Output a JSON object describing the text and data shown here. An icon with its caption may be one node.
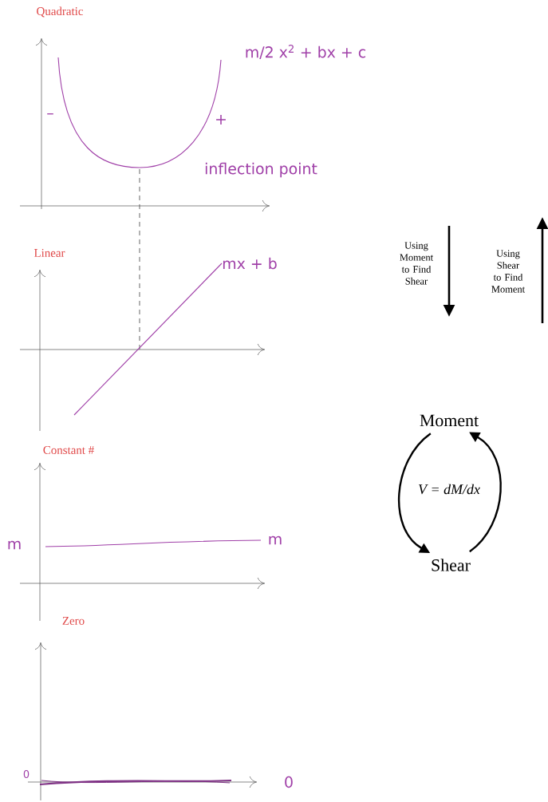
{
  "diagram": {
    "nodes": [
      {
        "text": [
          "Moment"
        ]
      },
      {
        "text": [
          "Shear"
        ]
      }
    ],
    "edges": [
      {
        "from": 0,
        "to": 1,
        "arrow": "to"
      },
      {
        "from": 1,
        "to": 0,
        "arrow": "to"
      }
    ],
    "labels": [
      "Quadratic",
      "m/2 x$^{2}$ + bx + c",
      "–",
      "+",
      "inflection point",
      "Using Moment to Find Shear",
      "Using Shear to Find Moment",
      "Linear",
      "mx + b",
      "V = dM/dx",
      "Constant #",
      "m",
      "m",
      "Zero",
      "0",
      "0"
    ]
  }
}
